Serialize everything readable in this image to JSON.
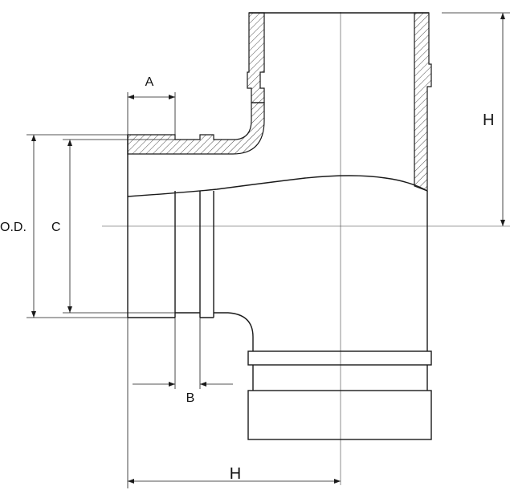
{
  "diagram": {
    "labels": {
      "a": "A",
      "b": "B",
      "c": "C",
      "od": "O.D.",
      "h_right": "H",
      "h_bottom": "H"
    }
  },
  "colors": {
    "line": "#1a1a1a",
    "background": "#ffffff"
  }
}
